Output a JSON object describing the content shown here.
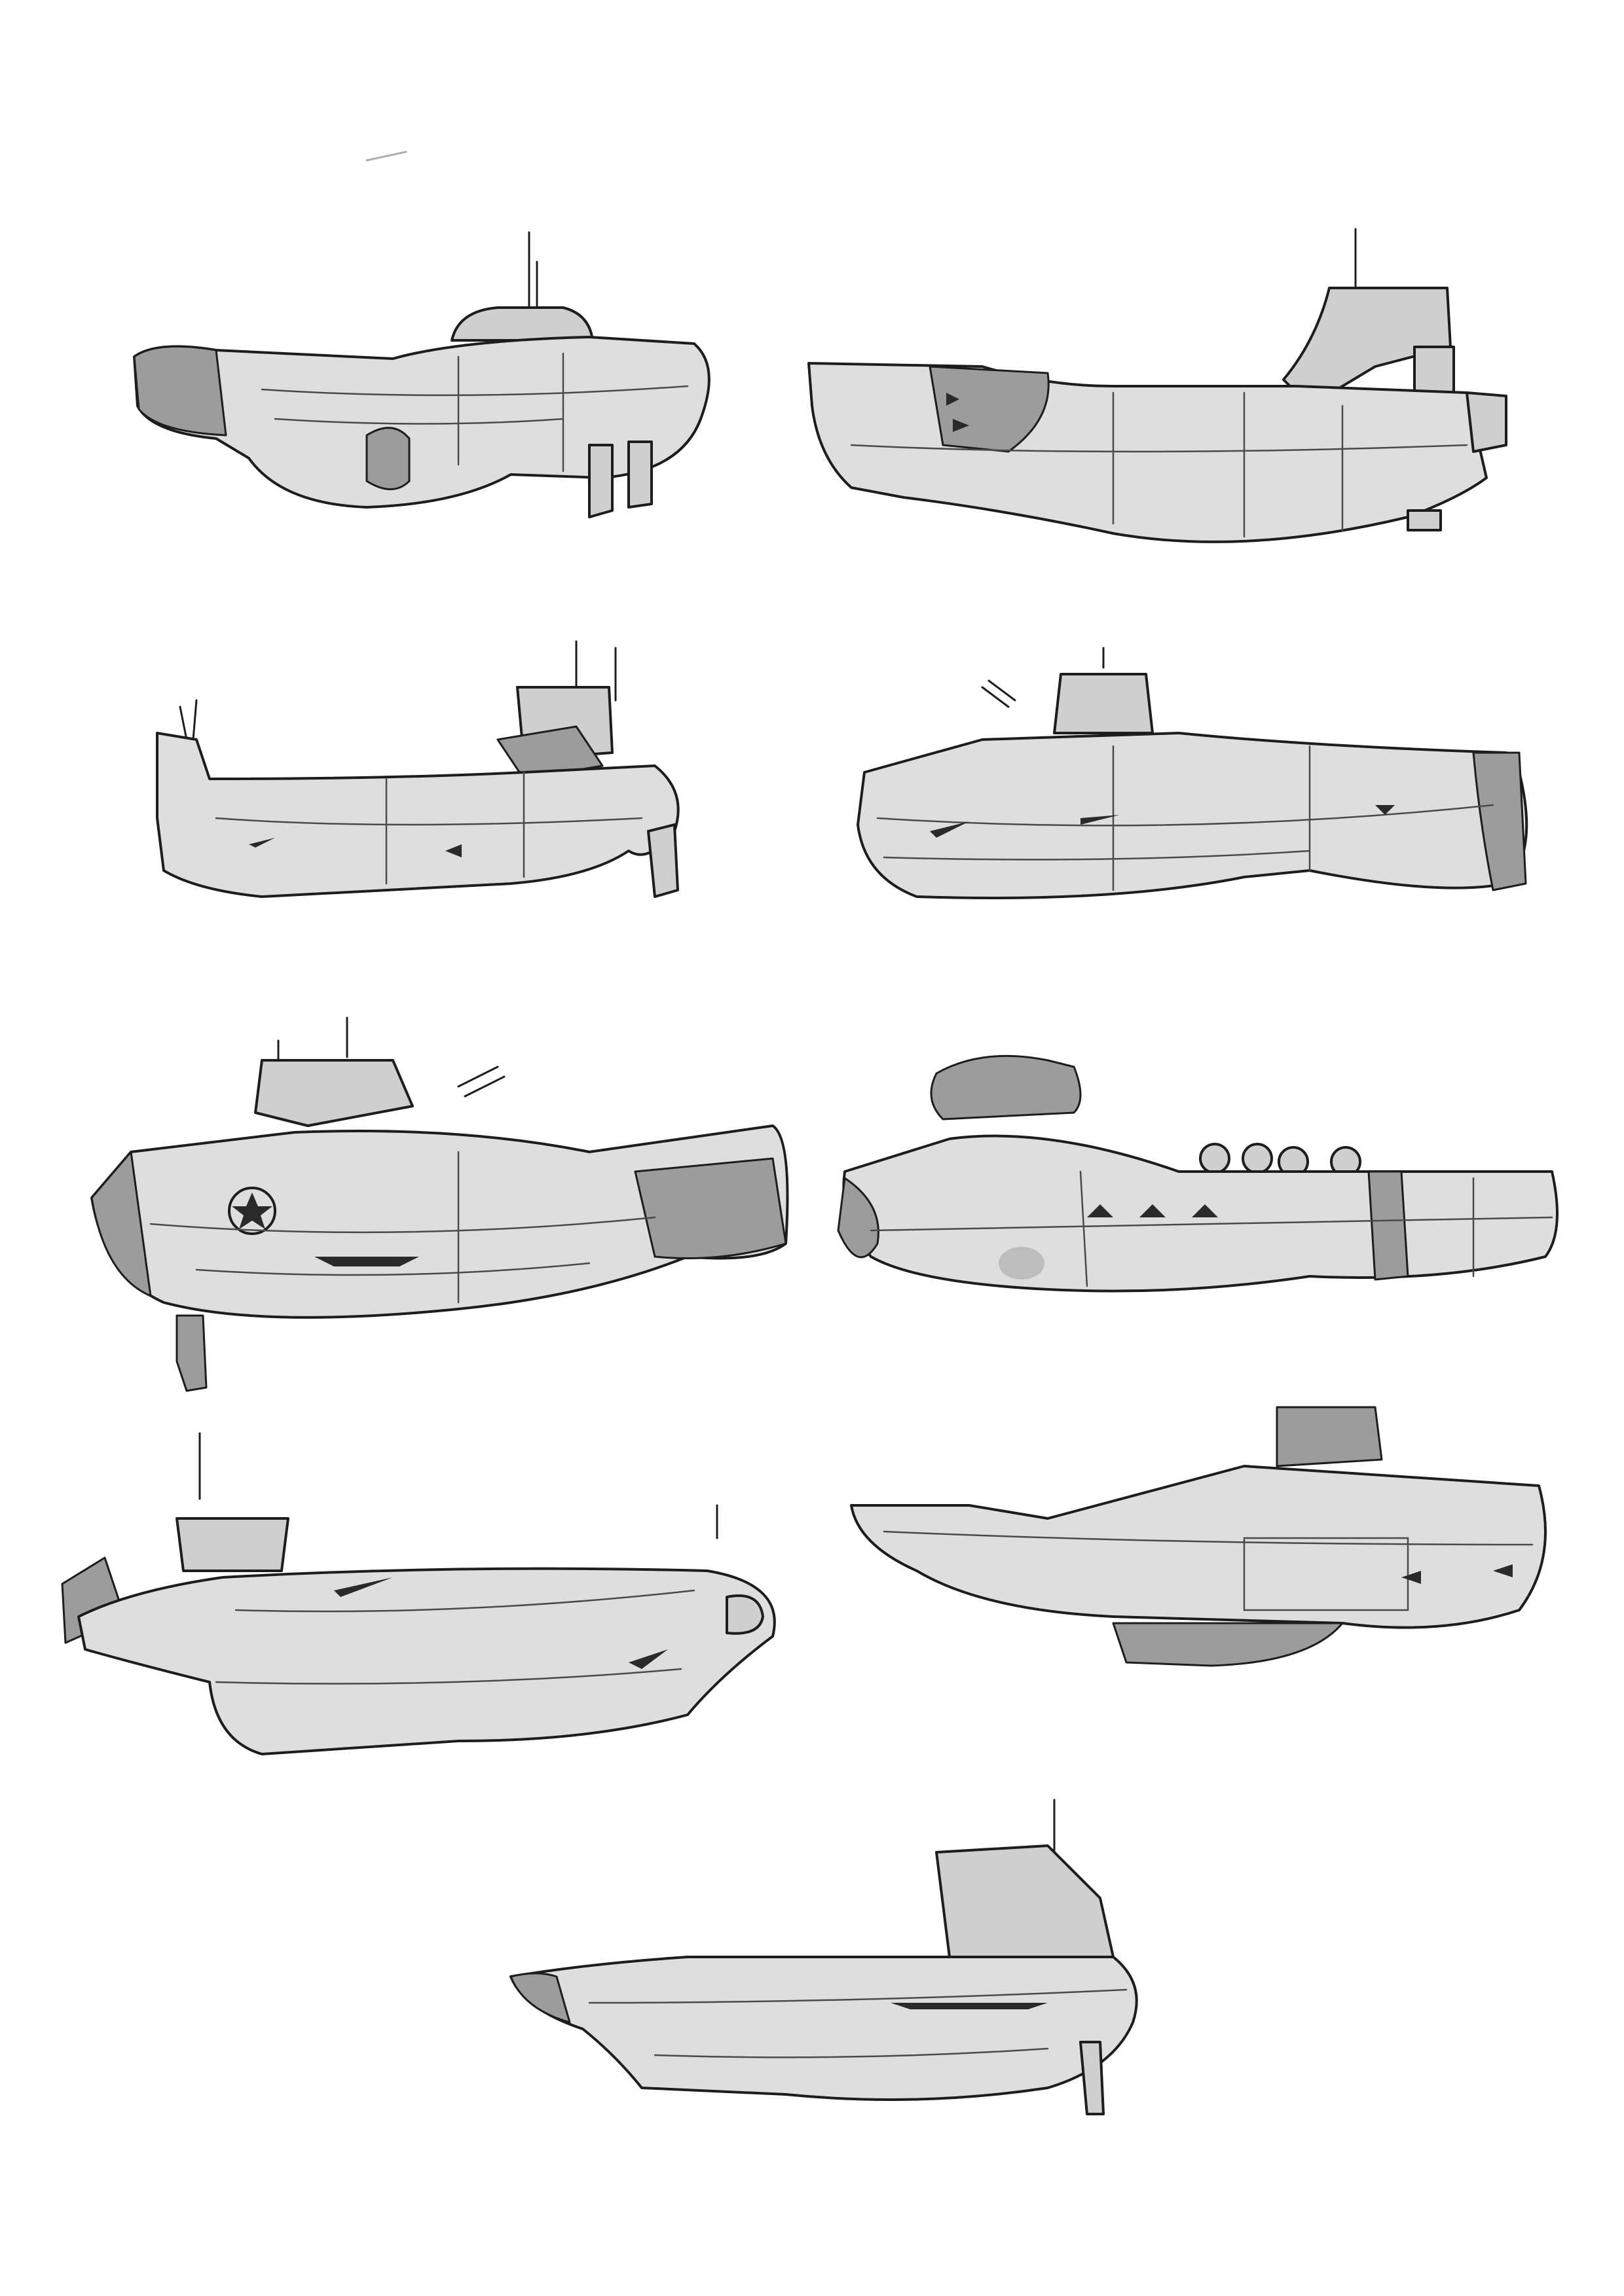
{
  "sheet": {
    "background": "#ffffff",
    "sketch_count": 9,
    "palette": {
      "hull": "#dedede",
      "shade": "#9c9c9c",
      "ink": "#1d1d1d"
    }
  },
  "sketches": [
    {
      "id": "sketch-1",
      "subject": "submarine",
      "features": [
        "antenna-mast",
        "round-hatch",
        "rear-fins"
      ]
    },
    {
      "id": "sketch-2",
      "subject": "submarine",
      "features": [
        "conning-tower",
        "side-intake",
        "stern-fin"
      ]
    },
    {
      "id": "sketch-3",
      "subject": "submarine",
      "features": [
        "gun-turrets",
        "bow-mast",
        "keel-fin"
      ]
    },
    {
      "id": "sketch-4",
      "subject": "submarine",
      "features": [
        "bridge-tower",
        "deck-guns",
        "stern-hooks"
      ]
    },
    {
      "id": "sketch-5",
      "subject": "submarine",
      "features": [
        "star-emblem",
        "deck-cannons",
        "rudder"
      ]
    },
    {
      "id": "sketch-6",
      "subject": "submarine",
      "features": [
        "dome-tower",
        "deck-domes",
        "bow-pod"
      ]
    },
    {
      "id": "sketch-7",
      "subject": "submarine",
      "features": [
        "tail-fins",
        "slim-tower",
        "porthole"
      ]
    },
    {
      "id": "sketch-8",
      "subject": "submarine",
      "features": [
        "turret-block",
        "hull-pods",
        "keel-bulge"
      ]
    },
    {
      "id": "sketch-9",
      "subject": "submarine",
      "features": [
        "command-bridge",
        "long-bow",
        "stern-rudder"
      ]
    }
  ]
}
